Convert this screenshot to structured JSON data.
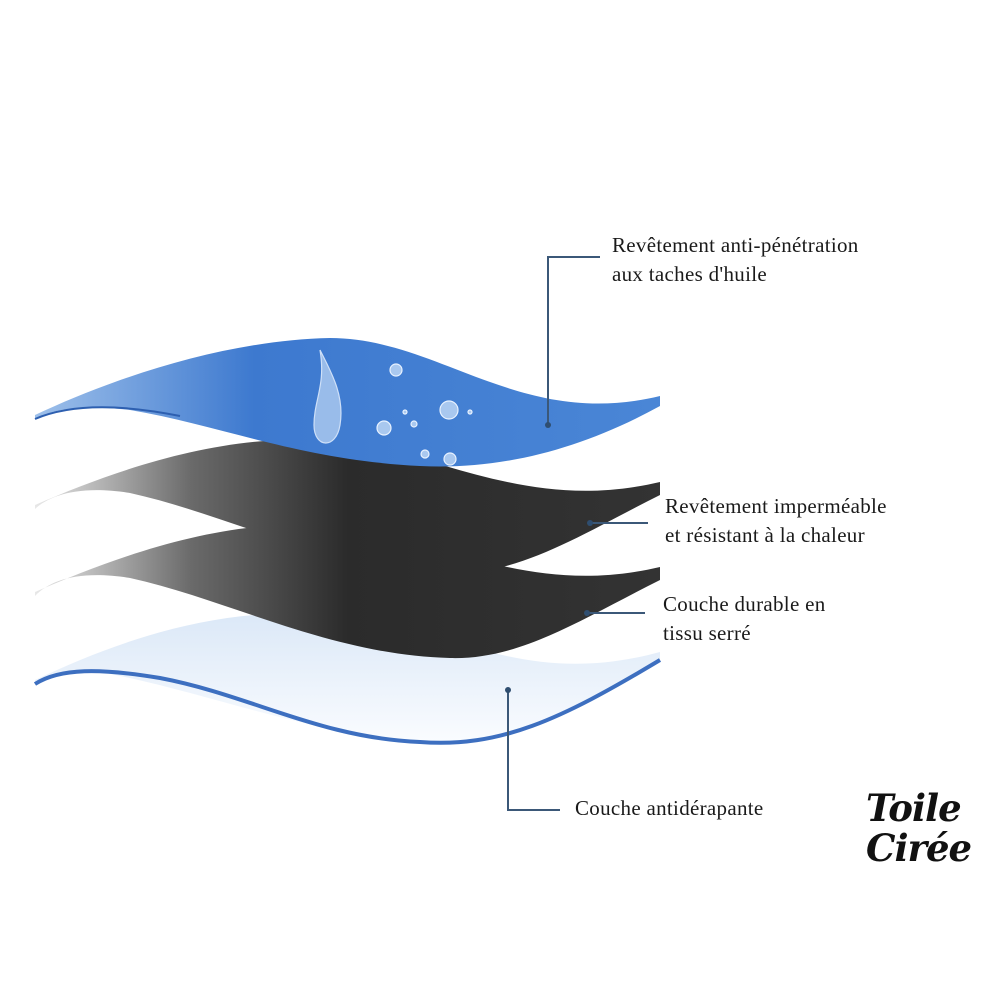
{
  "labels": {
    "layer1_line1": "Revêtement anti-pénétration",
    "layer1_line2": "aux taches d'huile",
    "layer2_line1": "Revêtement imperméable",
    "layer2_line2": "et résistant à la chaleur",
    "layer3_line1": "Couche durable en",
    "layer3_line2": "tissu serré",
    "layer4": "Couche antidérapante"
  },
  "logo": {
    "line1": "Toile",
    "line2": "Cirée"
  },
  "colors": {
    "blue": "#3f7fd0",
    "dark": "#2e2e2e",
    "leader": "#3b5878"
  }
}
